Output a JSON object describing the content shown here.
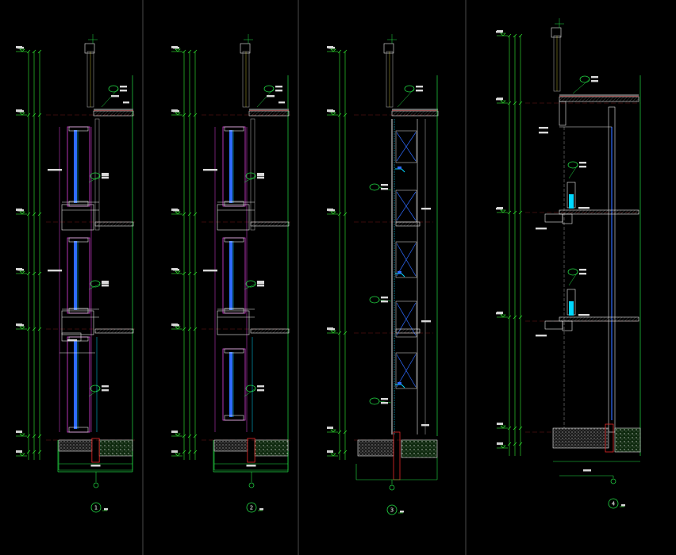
{
  "drawing": {
    "background": "#000000",
    "colors": {
      "dim": "#33ee33",
      "wall": "#9a9a9a",
      "outline": "#e8e8e8",
      "glass": "#2f6bff",
      "magenta": "#e040e0",
      "cyan": "#00d8ff",
      "red": "#e82828",
      "yellow": "#e8e040",
      "green": "#22dd44",
      "divider": "#4a4a4a"
    },
    "sections": [
      {
        "id": "section-1",
        "marker": "1",
        "type": "glazed-bays"
      },
      {
        "id": "section-2",
        "marker": "2",
        "type": "glazed-bays"
      },
      {
        "id": "section-3",
        "marker": "3",
        "type": "curtain-wall"
      },
      {
        "id": "section-4",
        "marker": "4",
        "type": "ribbon-window"
      }
    ]
  }
}
